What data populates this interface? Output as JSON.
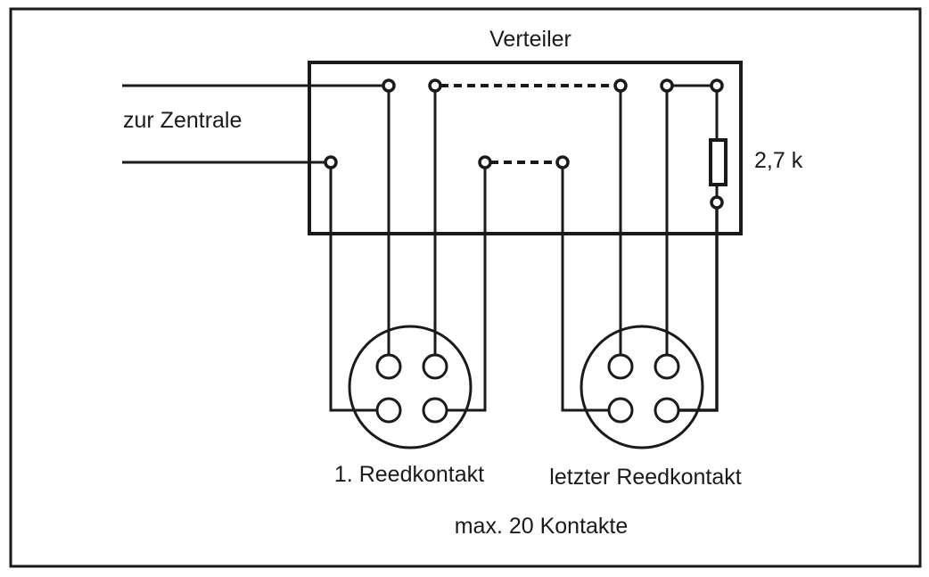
{
  "diagram": {
    "title": "Verteiler",
    "left_label": "zur Zentrale",
    "resistor_label": "2,7 k",
    "contact_first_label": "1. Reedkontakt",
    "contact_last_label": "letzter Reedkontakt",
    "footer_label": "max. 20 Kontakte"
  }
}
